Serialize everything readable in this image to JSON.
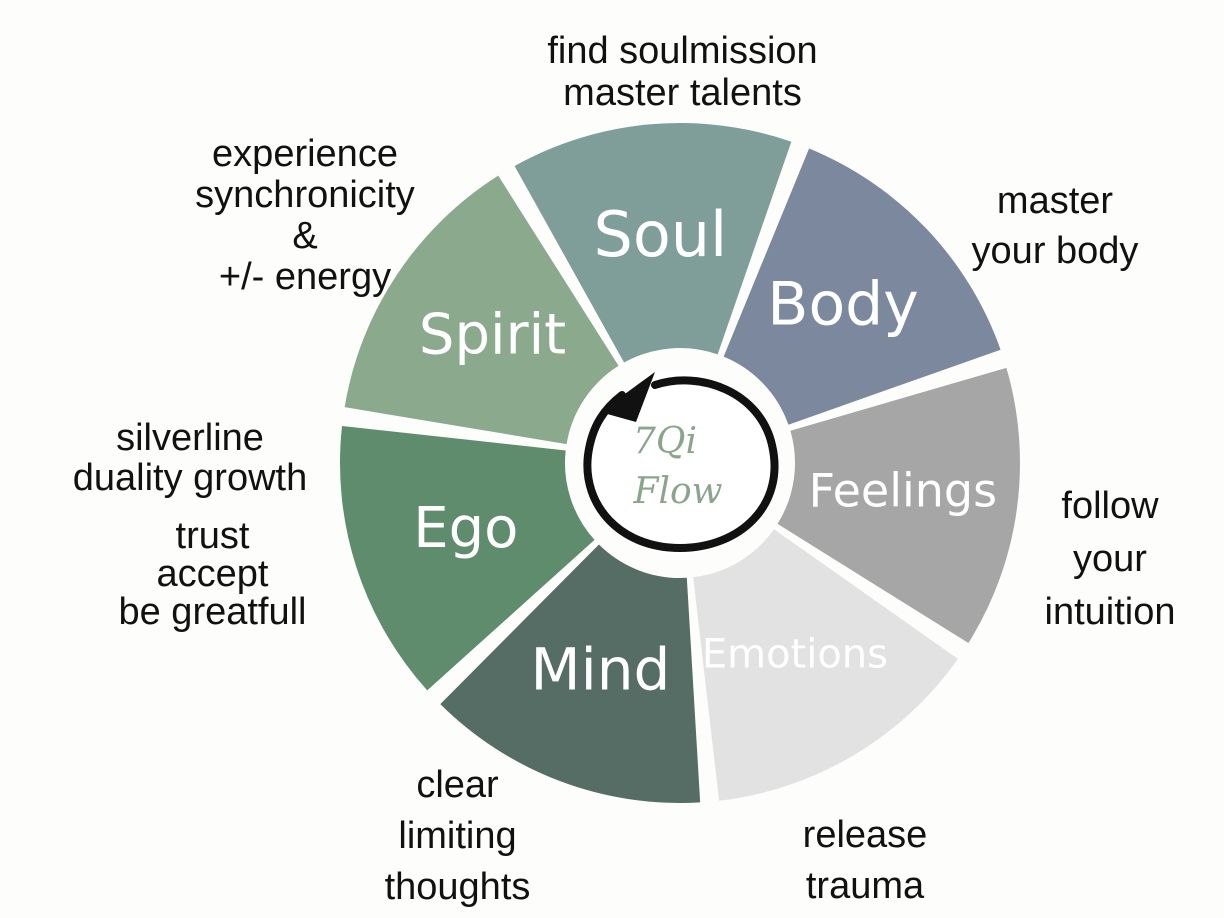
{
  "center": {
    "line1": "7Qi",
    "line2": "Flow"
  },
  "segments": [
    {
      "label": "Soul",
      "color": "#7f9e9a"
    },
    {
      "label": "Body",
      "color": "#7b889d"
    },
    {
      "label": "Feelings",
      "color": "#a6a6a6"
    },
    {
      "label": "Emotions",
      "color": "#e2e2e2"
    },
    {
      "label": "Mind",
      "color": "#566d66"
    },
    {
      "label": "Ego",
      "color": "#5e8c6c"
    },
    {
      "label": "Spirit",
      "color": "#8aa98d"
    }
  ],
  "descriptions": {
    "soul": [
      "find soulmission",
      "master talents"
    ],
    "body": [
      "master",
      "your body"
    ],
    "feelings": [
      "follow",
      "your",
      "intuition"
    ],
    "emotions": [
      "release",
      "trauma"
    ],
    "mind": [
      "clear",
      "limiting",
      "thoughts"
    ],
    "ego": [
      "silverline",
      "duality growth",
      "trust",
      "accept",
      "be greatfull"
    ],
    "spirit": [
      "experience",
      "synchronicity",
      "&",
      "+/- energy"
    ]
  }
}
